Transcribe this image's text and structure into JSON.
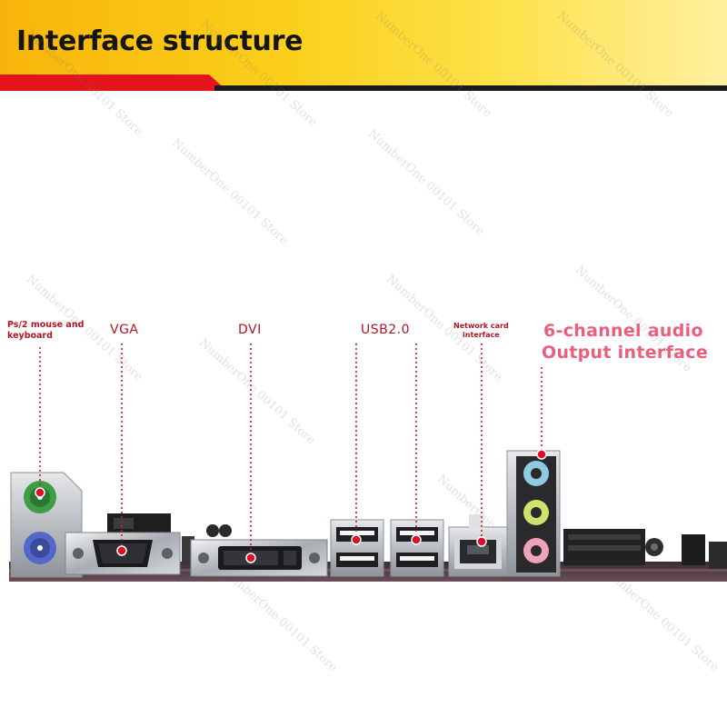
{
  "header": {
    "title": "Interface structure"
  },
  "watermark": "NumberOne 00101 Store",
  "labels": {
    "ps2": [
      "Ps/2 mouse and",
      "keyboard"
    ],
    "vga": "VGA",
    "dvi": "DVI",
    "usb": "USB2.0",
    "network": [
      "Network card",
      "interface"
    ],
    "audio": [
      "6-channel audio",
      "Output interface"
    ]
  },
  "colors": {
    "label_red": "#b31622",
    "audio_pink": "#e9607e",
    "marker_red": "#d8102a"
  }
}
